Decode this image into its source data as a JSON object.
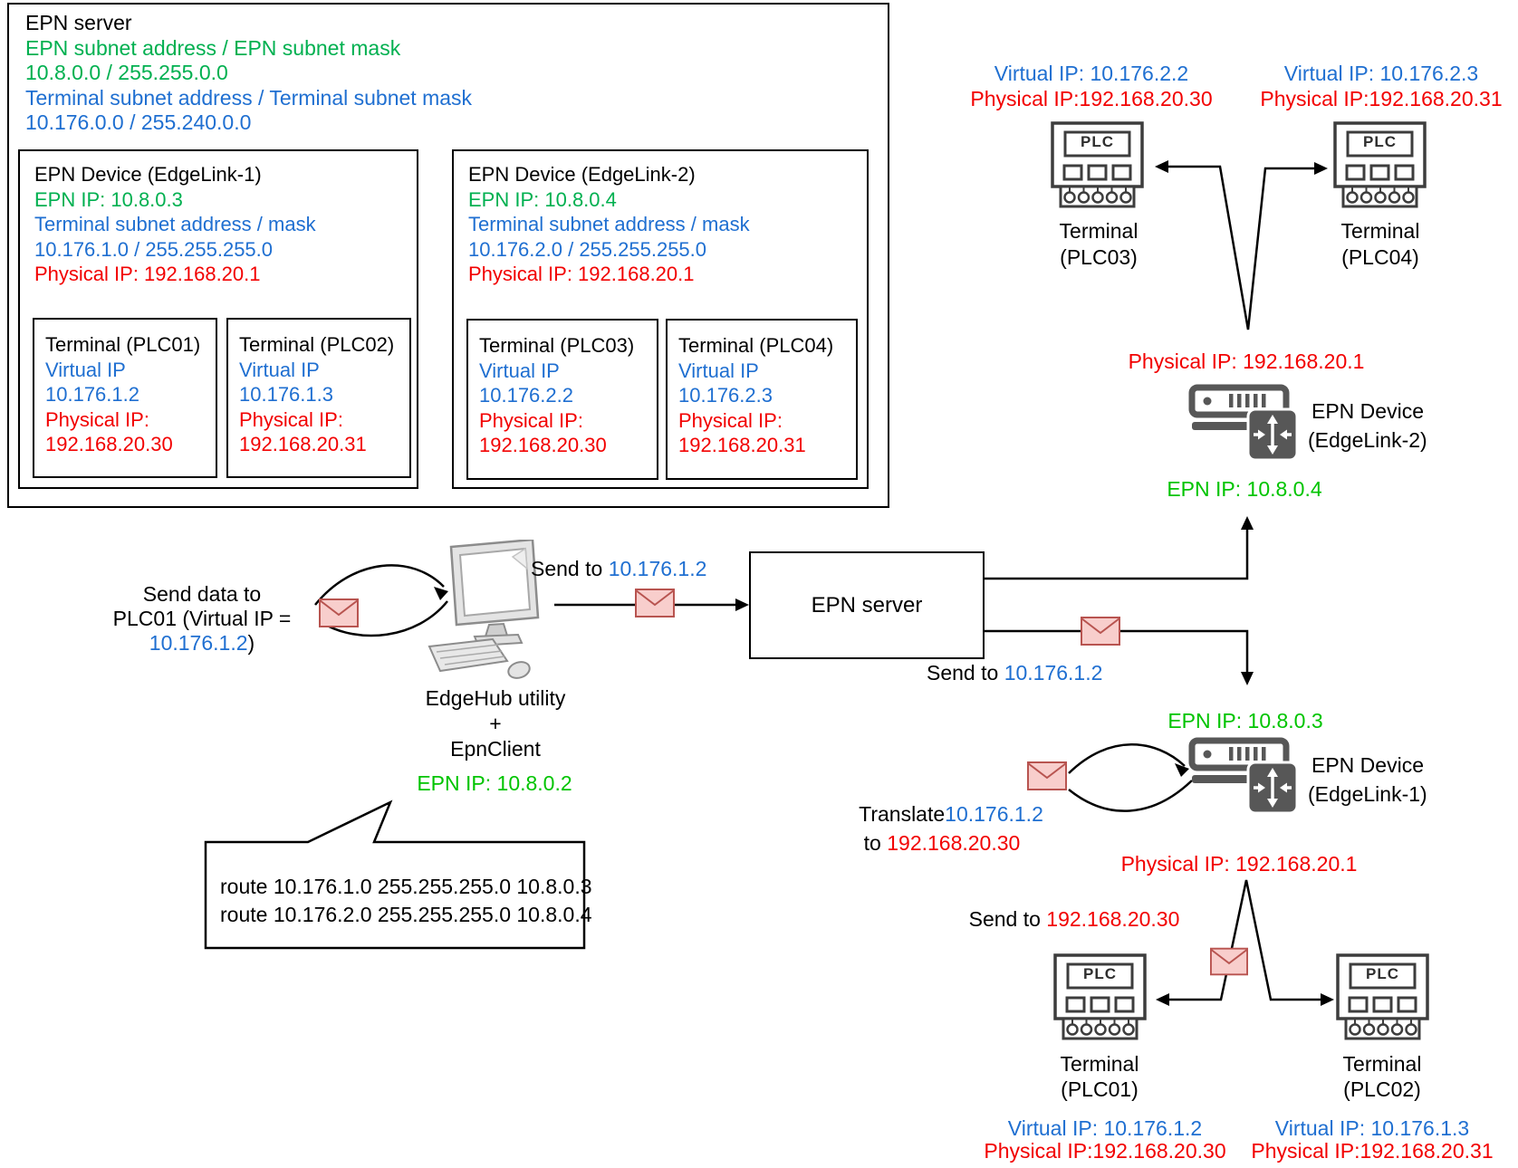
{
  "colors": {
    "blue": "#1f6fd1",
    "red": "#f20000",
    "green": "#00b050",
    "green_bright": "#00c400",
    "envelope_fill": "#f8cecc",
    "envelope_stroke": "#b85450",
    "device_gray": "#575757",
    "line": "#000000"
  },
  "epn": {
    "title": "EPN server",
    "epn_subnet_label": "EPN subnet address / EPN subnet mask",
    "epn_subnet_value": "10.8.0.0 / 255.255.0.0",
    "terminal_subnet_label": "Terminal subnet address / Terminal subnet mask",
    "terminal_subnet_value": "10.176.0.0 / 255.240.0.0",
    "devices": [
      {
        "title": "EPN Device (EdgeLink-1)",
        "epn_ip": "EPN IP: 10.8.0.3",
        "subnet_label": "Terminal subnet address /  mask",
        "subnet_value": "10.176.1.0 / 255.255.255.0",
        "physical_ip": "Physical IP: 192.168.20.1",
        "terminals": [
          {
            "title": "Terminal (PLC01)",
            "virtual_label": "Virtual IP",
            "virtual_ip": "10.176.1.2",
            "physical_label": "Physical IP:",
            "physical_ip": "192.168.20.30"
          },
          {
            "title": "Terminal (PLC02)",
            "virtual_label": "Virtual IP",
            "virtual_ip": "10.176.1.3",
            "physical_label": "Physical IP:",
            "physical_ip": "192.168.20.31"
          }
        ]
      },
      {
        "title": "EPN Device (EdgeLink-2)",
        "epn_ip": "EPN IP: 10.8.0.4",
        "subnet_label": "Terminal subnet address /  mask",
        "subnet_value": "10.176.2.0 / 255.255.255.0",
        "physical_ip": "Physical IP: 192.168.20.1",
        "terminals": [
          {
            "title": "Terminal (PLC03)",
            "virtual_label": "Virtual IP",
            "virtual_ip": "10.176.2.2",
            "physical_label": "Physical IP:",
            "physical_ip": "192.168.20.30"
          },
          {
            "title": "Terminal (PLC04)",
            "virtual_label": "Virtual IP",
            "virtual_ip": "10.176.2.3",
            "physical_label": "Physical IP:",
            "physical_ip": "192.168.20.31"
          }
        ]
      }
    ]
  },
  "flow": {
    "send_data_l1": "Send data to",
    "send_data_l2": "PLC01 (Virtual IP =",
    "send_data_l3_ip": "10.176.1.2",
    "send_data_l3_close": ")",
    "send_to1_prefix": "Send to ",
    "send_to1_ip": "10.176.1.2",
    "server_label": "EPN server",
    "send_to2_prefix": "Send to ",
    "send_to2_ip": "10.176.1.2",
    "edgehub_l1": "EdgeHub utility",
    "edgehub_l2": "+",
    "edgehub_l3": "EpnClient",
    "edgehub_ip": "EPN IP: 10.8.0.2",
    "route_l1": "route 10.176.1.0 255.255.255.0 10.8.0.3",
    "route_l2": "route 10.176.2.0 255.255.255.0 10.8.0.4",
    "translate_prefix": "Translate",
    "translate_ip": "10.176.1.2",
    "translate_to": "to ",
    "translate_to_ip": "192.168.20.30",
    "send_to3_prefix": "Send to ",
    "send_to3_ip": "192.168.20.30"
  },
  "right": {
    "plc03_virtual": "Virtual IP: 10.176.2.2",
    "plc03_physical": "Physical IP:192.168.20.30",
    "plc03_name": "Terminal",
    "plc03_id": "(PLC03)",
    "plc04_virtual": "Virtual IP: 10.176.2.3",
    "plc04_physical": "Physical IP:192.168.20.31",
    "plc04_name": "Terminal",
    "plc04_id": "(PLC04)",
    "el2_physical": "Physical IP: 192.168.20.1",
    "el2_name": "EPN Device",
    "el2_id": "(EdgeLink-2)",
    "el2_epn_ip": "EPN IP: 10.8.0.4",
    "el1_epn_ip": "EPN IP: 10.8.0.3",
    "el1_name": "EPN Device",
    "el1_id": "(EdgeLink-1)",
    "el1_physical": "Physical IP: 192.168.20.1",
    "plc01_name": "Terminal",
    "plc01_id": "(PLC01)",
    "plc01_virtual": "Virtual IP: 10.176.1.2",
    "plc01_physical": "Physical IP:192.168.20.30",
    "plc02_name": "Terminal",
    "plc02_id": "(PLC02)",
    "plc02_virtual": "Virtual IP: 10.176.1.3",
    "plc02_physical": "Physical IP:192.168.20.31"
  },
  "icons": {
    "plc_label": "PLC"
  }
}
